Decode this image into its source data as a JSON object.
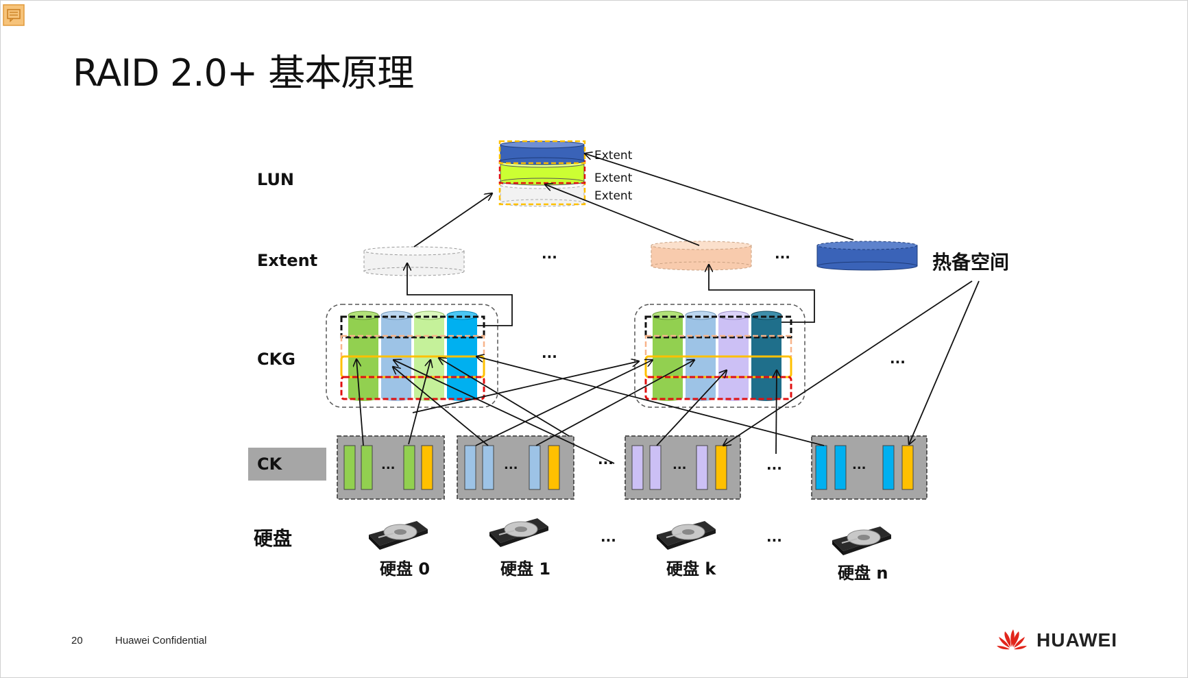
{
  "title": "RAID 2.0+ 基本原理",
  "rows": {
    "lun": "LUN",
    "extent": "Extent",
    "ckg": "CKG",
    "ck": "CK",
    "disk": "硬盘"
  },
  "lun_extent_labels": [
    "Extent",
    "Extent",
    "Extent"
  ],
  "hot_spare_label": "热备空间",
  "ellipsis": "...",
  "disks": [
    "硬盘 0",
    "硬盘 1",
    "硬盘 k",
    "硬盘 n"
  ],
  "footer": {
    "page": "20",
    "confidential": "Huawei Confidential"
  },
  "brand": "HUAWEI",
  "colors": {
    "green": "#92d050",
    "light_blue": "#9dc3e6",
    "light_green": "#c5f19a",
    "cyan": "#00b0f0",
    "lavender": "#ccc0f5",
    "teal": "#1f6f8b",
    "yellow": "#ffc000",
    "peach": "#f8cbad",
    "navy": "#3a63b8",
    "lime": "#ccff33",
    "red_dash": "#e01010",
    "brand_red": "#e1251b"
  }
}
